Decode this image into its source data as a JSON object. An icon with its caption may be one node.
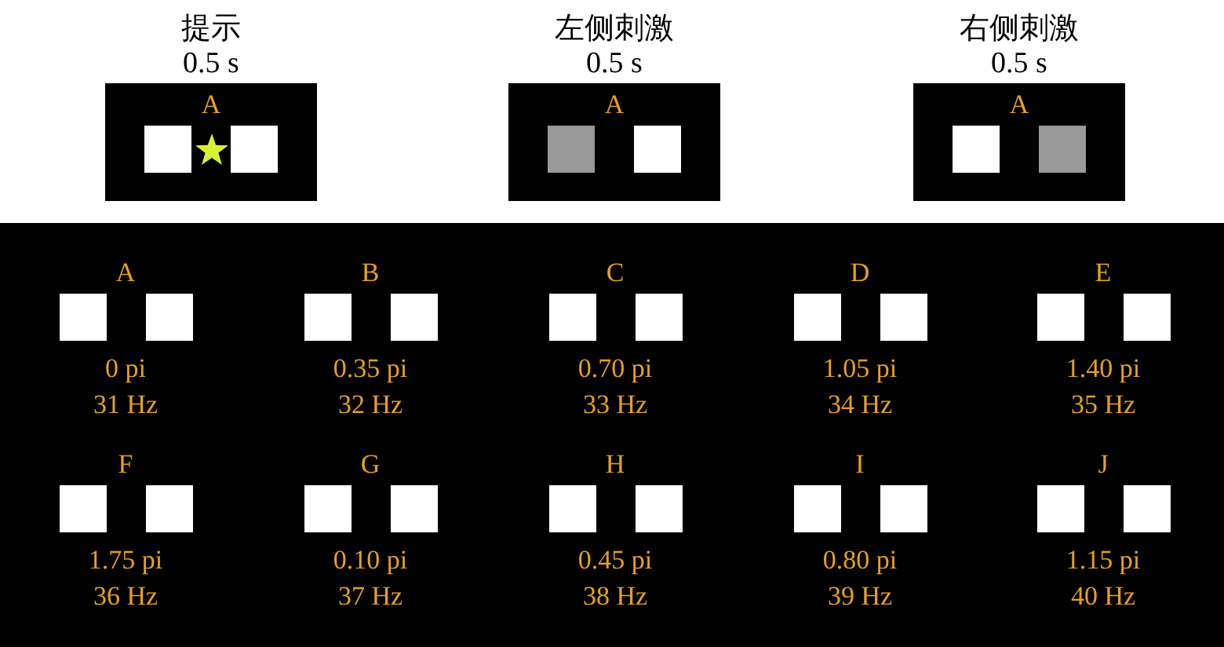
{
  "diagram": {
    "nodes": [
      {
        "text": [
          "提示",
          "0.5 s",
          "A"
        ]
      },
      {
        "text": [
          "左侧刺激",
          "0.5 s",
          "A"
        ]
      },
      {
        "text": [
          "右侧刺激",
          "0.5 s",
          "A"
        ]
      },
      {
        "text": [],
        "shape": "band"
      },
      {
        "text": [
          "A",
          "0 pi",
          "31 Hz"
        ],
        "in": 3
      },
      {
        "text": [
          "B",
          "0.35 pi",
          "32 Hz"
        ],
        "in": 3
      },
      {
        "text": [
          "C",
          "0.70 pi",
          "33 Hz"
        ],
        "in": 3
      },
      {
        "text": [
          "D",
          "1.05 pi",
          "34 Hz"
        ],
        "in": 3
      },
      {
        "text": [
          "E",
          "1.40 pi",
          "35 Hz"
        ],
        "in": 3
      },
      {
        "text": [
          "F",
          "1.75 pi",
          "36 Hz"
        ],
        "in": 3
      },
      {
        "text": [
          "G",
          "0.10 pi",
          "37 Hz"
        ],
        "in": 3
      },
      {
        "text": [
          "H",
          "0.45 pi",
          "38 Hz"
        ],
        "in": 3
      },
      {
        "text": [
          "I",
          "0.80 pi",
          "39 Hz"
        ],
        "in": 3
      },
      {
        "text": [
          "J",
          "1.15 pi",
          "40 Hz"
        ],
        "in": 3
      }
    ],
    "edges": []
  }
}
